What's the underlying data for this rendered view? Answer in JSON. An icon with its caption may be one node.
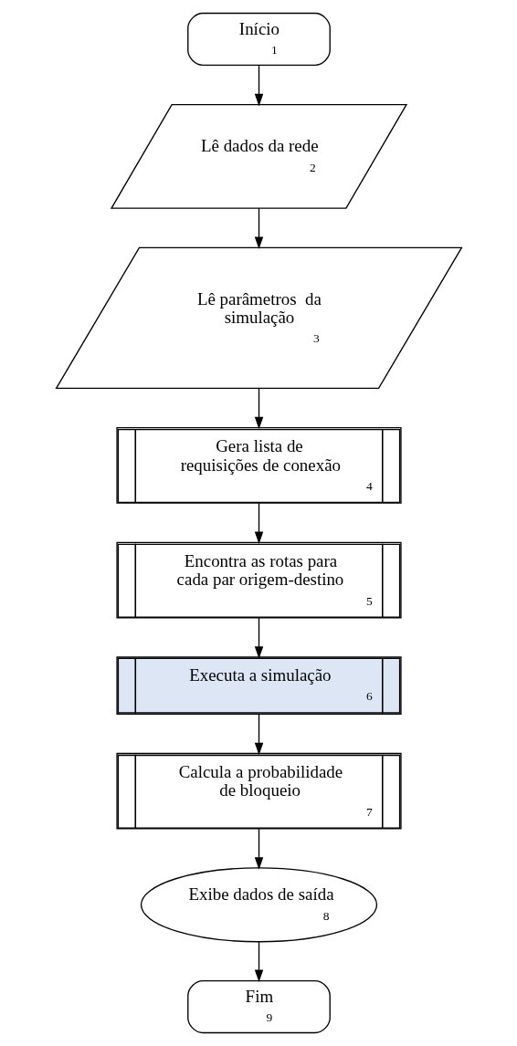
{
  "diagram": {
    "nodes": [
      {
        "text": [
          "Início",
          "1"
        ]
      },
      {
        "text": [
          "Lê dados da rede",
          "2"
        ]
      },
      {
        "text": [
          "Lê parâmetros  da simulação",
          "3"
        ]
      },
      {
        "text": [
          "Gera lista de requisições de conexão",
          "4"
        ]
      },
      {
        "text": [
          "Encontra as rotas para cada par origem-destino",
          "5"
        ]
      },
      {
        "text": [
          "Executa a simulação",
          "6"
        ]
      },
      {
        "text": [
          "Calcula a probabilidade de bloqueio",
          "7"
        ]
      },
      {
        "text": [
          "Exibe dados de saída",
          "8"
        ]
      },
      {
        "text": [
          "Fim",
          "9"
        ]
      }
    ],
    "edges": [
      {
        "from": 0,
        "to": 1,
        "arrow": "to"
      },
      {
        "from": 1,
        "to": 2,
        "arrow": "to"
      },
      {
        "from": 2,
        "to": 3,
        "arrow": "to"
      },
      {
        "from": 3,
        "to": 4,
        "arrow": "to"
      },
      {
        "from": 4,
        "to": 5,
        "arrow": "to"
      },
      {
        "from": 5,
        "to": 6,
        "arrow": "to"
      },
      {
        "from": 6,
        "to": 7,
        "arrow": "to"
      },
      {
        "from": 7,
        "to": 8,
        "arrow": "to"
      }
    ]
  }
}
